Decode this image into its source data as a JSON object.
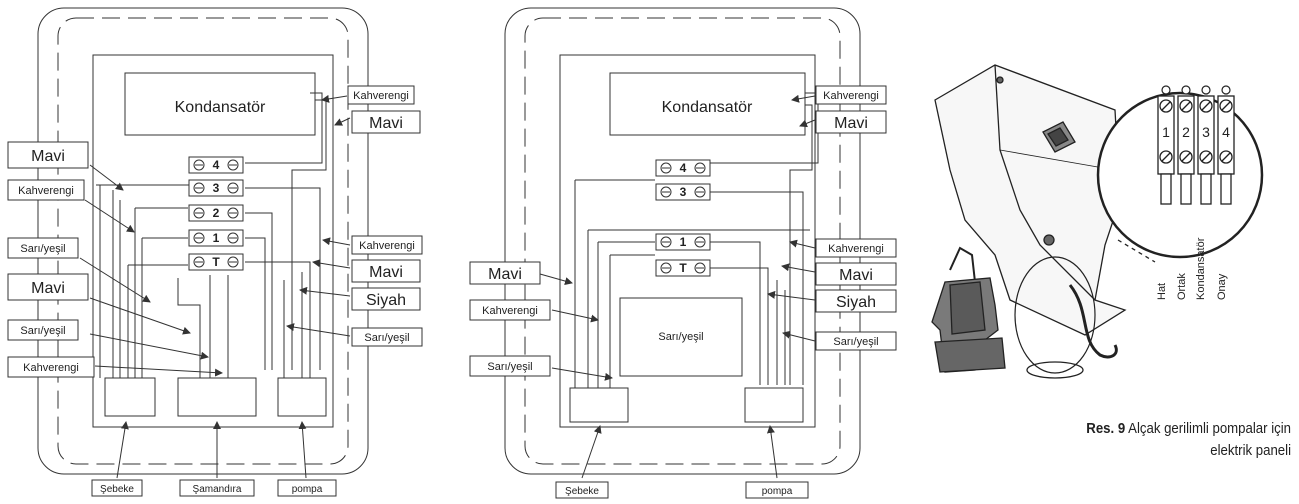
{
  "panel_left": {
    "capacitor": "Kondansatör",
    "terminals": [
      "4",
      "3",
      "2",
      "1",
      "T"
    ],
    "labels_right": [
      "Kahverengi",
      "Mavi",
      "Kahverengi",
      "Mavi",
      "Siyah",
      "Sarı/yeşil"
    ],
    "labels_left": [
      "Mavi",
      "Kahverengi",
      "Sarı/yeşil",
      "Mavi",
      "Sarı/yeşil",
      "Kahverengi"
    ],
    "bottom": [
      "Şebeke",
      "Şamandıra",
      "pompa"
    ]
  },
  "panel_right": {
    "capacitor": "Kondansatör",
    "terminals": [
      "4",
      "3",
      "1",
      "T"
    ],
    "inner_box": "Sarı/yeşil",
    "labels_right": [
      "Kahverengi",
      "Mavi",
      "Kahverengi",
      "Mavi",
      "Siyah",
      "Sarı/yeşil"
    ],
    "labels_left": [
      "Mavi",
      "Kahverengi",
      "Sarı/yeşil"
    ],
    "bottom": [
      "Şebeke",
      "pompa"
    ]
  },
  "photo": {
    "terminal_numbers": [
      "1",
      "2",
      "3",
      "4"
    ],
    "wire_names": [
      "Hat",
      "Ortak",
      "Kondansatör",
      "Onay"
    ]
  },
  "caption": {
    "ref": "Res. 9",
    "text": "Alçak gerilimli pompalar için elektrik paneli"
  }
}
